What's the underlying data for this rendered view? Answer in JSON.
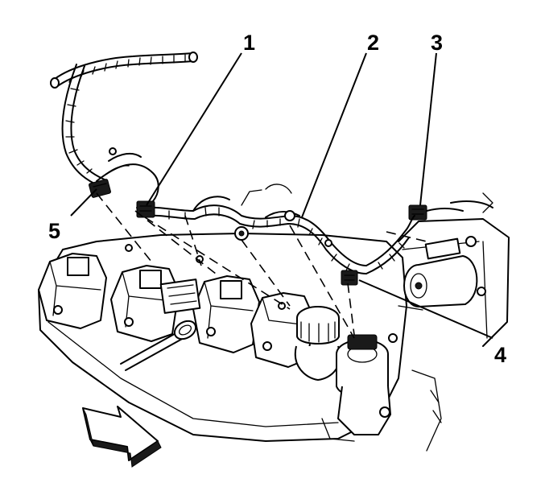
{
  "callouts": [
    {
      "id": "1",
      "label": "1"
    },
    {
      "id": "2",
      "label": "2"
    },
    {
      "id": "3",
      "label": "3"
    },
    {
      "id": "4",
      "label": "4"
    },
    {
      "id": "5",
      "label": "5"
    }
  ],
  "icons": {
    "direction_arrow": "forward-direction-arrow-icon"
  }
}
